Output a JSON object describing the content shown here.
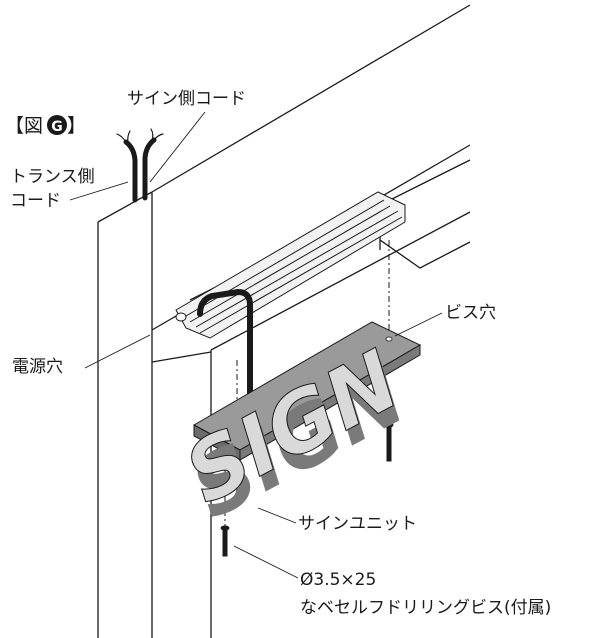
{
  "figure": {
    "label_prefix": "【図",
    "label_letter": "G",
    "label_suffix": "】"
  },
  "labels": {
    "sign_cord": "サイン側コード",
    "trans_cord_line1": "トランス側",
    "trans_cord_line2": "コード",
    "power_hole": "電源穴",
    "screw_hole": "ビス穴",
    "sign_unit": "サインユニット",
    "screw_spec_line1": "Ø3.5×25",
    "screw_spec_line2": "なベセルフドリリングビス(付属)"
  },
  "sign": {
    "text": "SIGN"
  },
  "colors": {
    "line": "#1a1a1a",
    "plate_top": "#9a9a9a",
    "plate_front": "#6b6b6b",
    "letter_top": "#d9d9d9",
    "letter_shadow": "#7a7a7a",
    "rail_fill": "#f2f2f2",
    "badge": "#1a1a1a"
  }
}
